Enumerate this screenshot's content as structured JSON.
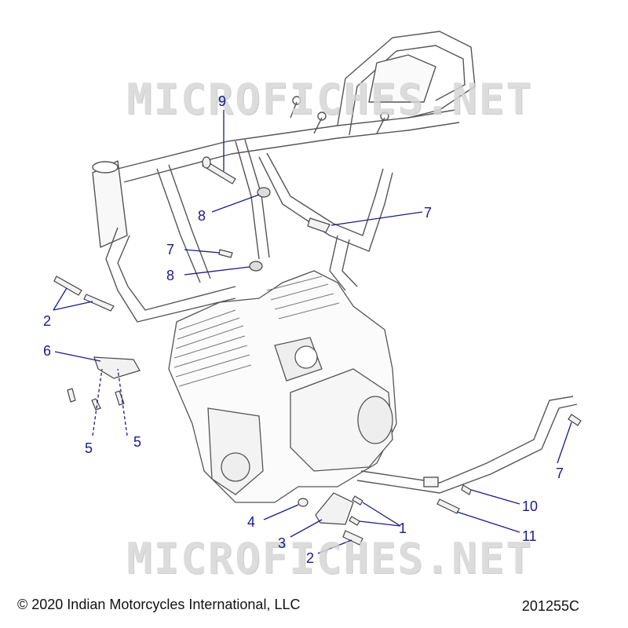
{
  "watermark": {
    "text": "MICROFICHES.NET"
  },
  "callouts": [
    {
      "id": "c9",
      "label": "9"
    },
    {
      "id": "c8a",
      "label": "8"
    },
    {
      "id": "c7a",
      "label": "7"
    },
    {
      "id": "c7b",
      "label": "7"
    },
    {
      "id": "c8b",
      "label": "8"
    },
    {
      "id": "c2a",
      "label": "2"
    },
    {
      "id": "c6",
      "label": "6"
    },
    {
      "id": "c5a",
      "label": "5"
    },
    {
      "id": "c5b",
      "label": "5"
    },
    {
      "id": "c7c",
      "label": "7"
    },
    {
      "id": "c10",
      "label": "10"
    },
    {
      "id": "c11",
      "label": "11"
    },
    {
      "id": "c4",
      "label": "4"
    },
    {
      "id": "c1",
      "label": "1"
    },
    {
      "id": "c3",
      "label": "3"
    },
    {
      "id": "c2b",
      "label": "2"
    }
  ],
  "footer": {
    "copyright": "© 2020 Indian Motorcycles International, LLC",
    "diagram_id": "201255C"
  },
  "colors": {
    "callout": "#1a1a8c",
    "line_art": "#444444",
    "watermark": "#d6d6d6"
  }
}
